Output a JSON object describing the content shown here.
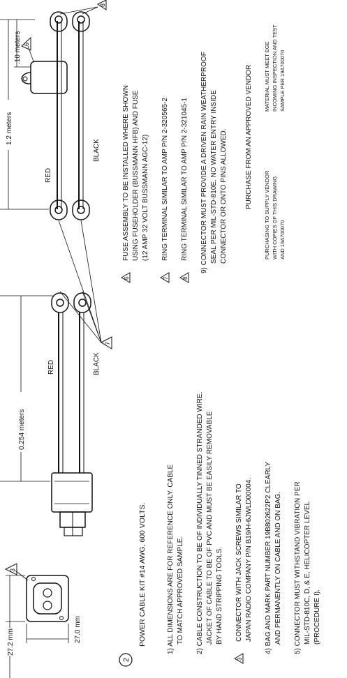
{
  "drawing": {
    "dimensions": {
      "overall_length": "1.2 meters",
      "fuse_offset": ".10 meters",
      "pigtail_length": "0.254 meters",
      "connector_width": "27.2 mm",
      "connector_height": "27.0 mm"
    },
    "wire_labels": {
      "red_top": "RED",
      "black_top": "BLACK",
      "red_bottom": "RED",
      "black_bottom": "BLACK"
    },
    "callouts": {
      "fuse_flag": "6",
      "ring_flag_top": "8",
      "ring_flag_bottom": "7",
      "connector_flag": "3",
      "item_number": "2"
    }
  },
  "notes_left": {
    "title": "POWER CABLE KIT #14 AWG, 600 VOLTS.",
    "items": [
      {
        "lines": [
          "1) ALL DIMENSIONS ARE FOR REFERENCE ONLY.  CABLE",
          "TO MATCH APPROVED SAMPLE."
        ]
      },
      {
        "lines": [
          "2) CABLE CONSTRUCTION TO BE OF INDIVIDUALLY TINNED STRANDED WIRE.",
          "JACKET OF CABLE TO BE OF PVC AND MUST BE EASILY REMOVABLE",
          "BY HAND STRIPPING TOOLS."
        ]
      },
      {
        "flag": "3",
        "lines": [
          "CONNECTOR WITH JACK SCREWS SIMILAR TO",
          "JAPAN RADIO COMPANY P/N B19/H-6JWLD00004."
        ]
      },
      {
        "lines": [
          "4) BAG AND MARK PART NUMBER 19B802622P2 CLEARLY",
          "AND PERMANENTLY ON CABLE AND ON BAG."
        ]
      },
      {
        "lines": [
          "5) CONNECTOR MUST WITHSTAND VIBRATION PER",
          "MIL-STD-810C, D, & E, HELICOPTER LEVEL",
          "(PROCEDURE I)."
        ]
      }
    ]
  },
  "notes_right": {
    "items": [
      {
        "flag": "6",
        "lines": [
          "FUSE ASSEMBLY TO BE INSTALLED WHERE SHOWN",
          "USING FUSEHOLDER (BUSSMANN HFB) AND FUSE",
          "(12 AMP 32 VOLT BUSSMANN AGC-12)"
        ]
      },
      {
        "flag": "7",
        "lines": [
          "RING TERMINAL SIMILAR TO AMP P/N 2-320565-2"
        ]
      },
      {
        "flag": "8",
        "lines": [
          "RING TERMINAL SIMILAR TO AMP P/N 2-321045-1"
        ]
      },
      {
        "lines": [
          "9) CONNECTOR MUST PROVIDE A DRIVEN RAIN WEATHERPROOF",
          "SEAL PER MIL-STD-810E.  NO WATER ENTRY INSIDE",
          "CONNECTOR OR ONTO PINS ALLOWED."
        ]
      }
    ],
    "purchase": "PURCHASE FROM AN APPROVED VENDOR",
    "supply_lines": [
      "PURCHASING TO SUPPLY VENDOR",
      "WITH COPIES OF THIS DRAWING",
      "AND 19A700070"
    ],
    "material_lines": [
      "MATERIAL MUST MEET EGE",
      "INCOMING INSPECTION AND TEST",
      "SAMPLE PER 19A700070"
    ]
  }
}
